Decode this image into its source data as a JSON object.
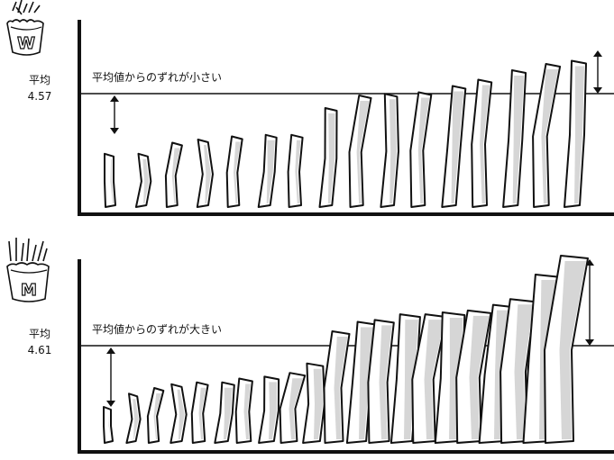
{
  "panels": [
    {
      "id": "w",
      "badge_letter": "W",
      "average_label": "平均",
      "average_value": "4.57",
      "caption": "平均値からのずれが小さい",
      "fries": [
        0.35,
        0.35,
        0.42,
        0.44,
        0.46,
        0.47,
        0.47,
        0.64,
        0.72,
        0.73,
        0.74,
        0.78,
        0.82,
        0.88,
        0.92,
        0.94
      ]
    },
    {
      "id": "m",
      "badge_letter": "M",
      "average_label": "平均",
      "average_value": "4.61",
      "caption": "平均値からのずれが大きい",
      "fries": [
        0.2,
        0.27,
        0.3,
        0.32,
        0.33,
        0.33,
        0.35,
        0.36,
        0.38,
        0.43,
        0.6,
        0.65,
        0.66,
        0.69,
        0.69,
        0.7,
        0.71,
        0.74,
        0.77,
        0.9,
        1.0
      ]
    }
  ],
  "colors": {
    "ink": "#111111",
    "fry_fill": "#ffffff",
    "fry_shade": "#d6d6d6"
  },
  "icons": [
    "fries-box-icon",
    "up-down-arrow-icon"
  ]
}
